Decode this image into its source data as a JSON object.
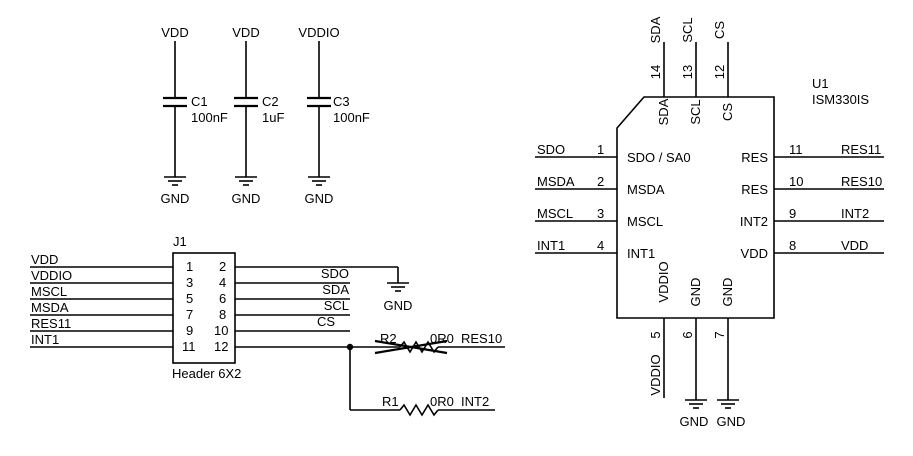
{
  "capacitors": [
    {
      "rail": "VDD",
      "ref": "C1",
      "value": "100nF",
      "gnd": "GND"
    },
    {
      "rail": "VDD",
      "ref": "C2",
      "value": "1uF",
      "gnd": "GND"
    },
    {
      "rail": "VDDIO",
      "ref": "C3",
      "value": "100nF",
      "gnd": "GND"
    }
  ],
  "header": {
    "ref": "J1",
    "name": "Header 6X2",
    "rows": [
      {
        "left_net": "VDD",
        "left_pin": "1",
        "right_pin": "2",
        "right_net": "SDO"
      },
      {
        "left_net": "VDDIO",
        "left_pin": "3",
        "right_pin": "4",
        "right_net": "SDA"
      },
      {
        "left_net": "MSCL",
        "left_pin": "5",
        "right_pin": "6",
        "right_net": "SCL"
      },
      {
        "left_net": "MSDA",
        "left_pin": "7",
        "right_pin": "8",
        "right_net": "CS"
      },
      {
        "left_net": "RES11",
        "left_pin": "9",
        "right_pin": "10",
        "right_net": ""
      },
      {
        "left_net": "INT1",
        "left_pin": "11",
        "right_pin": "12",
        "right_net": ""
      }
    ],
    "gnd": "GND"
  },
  "resistors": [
    {
      "ref": "R2",
      "value": "0R0",
      "net": "RES10",
      "unpopulated": true
    },
    {
      "ref": "R1",
      "value": "0R0",
      "net": "INT2",
      "unpopulated": false
    }
  ],
  "ic": {
    "ref": "U1",
    "part": "ISM330IS",
    "left": [
      {
        "net": "SDO",
        "pin": "1",
        "name": "SDO / SA0"
      },
      {
        "net": "MSDA",
        "pin": "2",
        "name": "MSDA"
      },
      {
        "net": "MSCL",
        "pin": "3",
        "name": "MSCL"
      },
      {
        "net": "INT1",
        "pin": "4",
        "name": "INT1"
      }
    ],
    "right": [
      {
        "net": "RES11",
        "pin": "11",
        "name": "RES"
      },
      {
        "net": "RES10",
        "pin": "10",
        "name": "RES"
      },
      {
        "net": "INT2",
        "pin": "9",
        "name": "INT2"
      },
      {
        "net": "VDD",
        "pin": "8",
        "name": "VDD"
      }
    ],
    "top": [
      {
        "net": "SDA",
        "pin": "14",
        "name": "SDA"
      },
      {
        "net": "SCL",
        "pin": "13",
        "name": "SCL"
      },
      {
        "net": "CS",
        "pin": "12",
        "name": "CS"
      }
    ],
    "bottom": [
      {
        "net": "VDDIO",
        "pin": "5",
        "name": "VDDIO"
      },
      {
        "net": "GND",
        "pin": "6",
        "name": "GND"
      },
      {
        "net": "GND",
        "pin": "7",
        "name": "GND"
      }
    ]
  }
}
